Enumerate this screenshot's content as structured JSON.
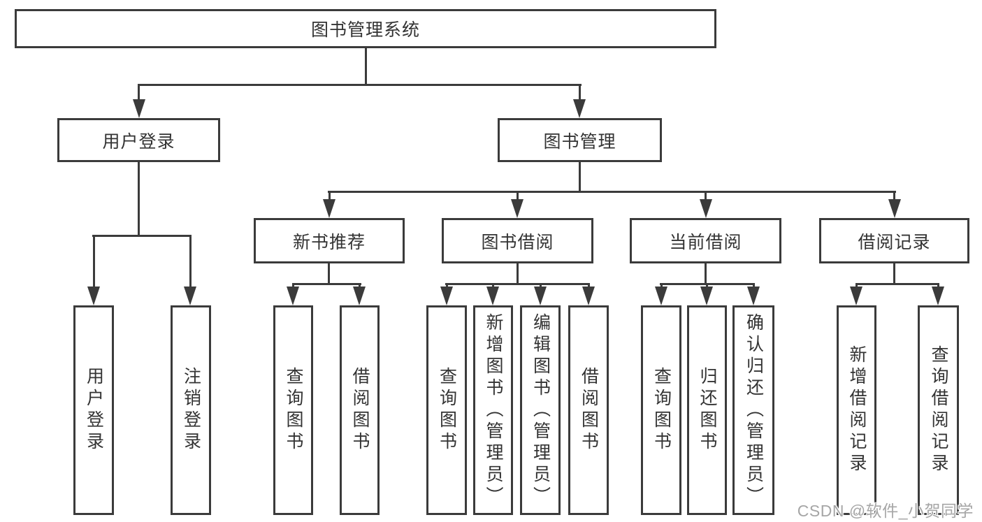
{
  "diagram": {
    "type": "tree",
    "colors": {
      "line": "#3b3b3b",
      "border": "#3b3b3b",
      "text": "#333333",
      "background": "#ffffff",
      "watermark": "#a6a6a6"
    }
  },
  "tree": {
    "label": "图书管理系统",
    "children": [
      {
        "label": "用户登录",
        "children": [
          {
            "label": "用户登录"
          },
          {
            "label": "注销登录"
          }
        ]
      },
      {
        "label": "图书管理",
        "children": [
          {
            "label": "新书推荐",
            "children": [
              {
                "label": "查询图书"
              },
              {
                "label": "借阅图书"
              }
            ]
          },
          {
            "label": "图书借阅",
            "children": [
              {
                "label": "查询图书"
              },
              {
                "label": "新增图书（管理员）"
              },
              {
                "label": "编辑图书（管理员）"
              },
              {
                "label": "借阅图书"
              }
            ]
          },
          {
            "label": "当前借阅",
            "children": [
              {
                "label": "查询图书"
              },
              {
                "label": "归还图书"
              },
              {
                "label": "确认归还（管理员）"
              }
            ]
          },
          {
            "label": "借阅记录",
            "children": [
              {
                "label": "新增借阅记录"
              },
              {
                "label": "查询借阅记录"
              }
            ]
          }
        ]
      }
    ]
  },
  "watermark": {
    "text": "CSDN @软件_小贺同学"
  }
}
